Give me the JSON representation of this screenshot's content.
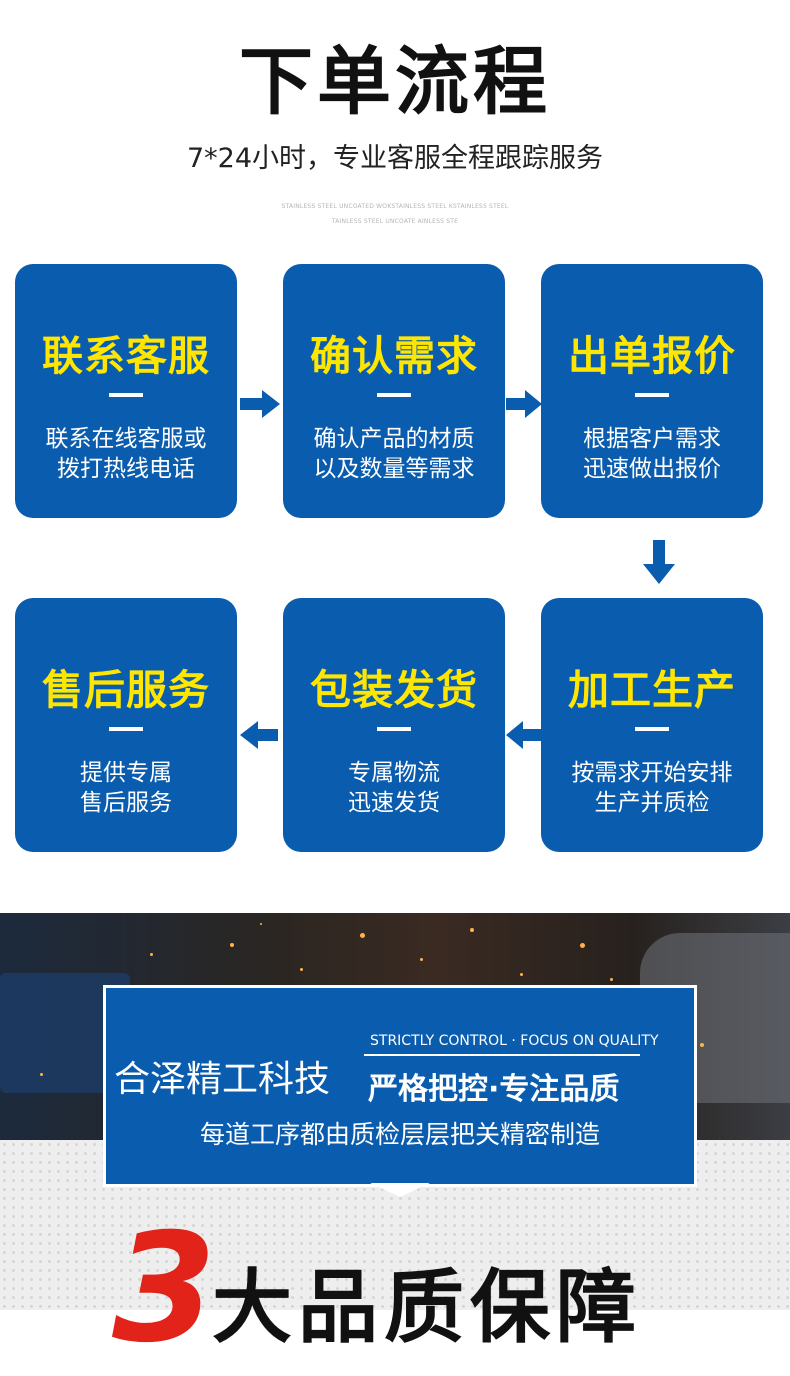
{
  "header": {
    "title": "下单流程",
    "subtitle": "7*24小时，专业客服全程跟踪服务",
    "small_text_1": "STAINLESS STEEL UNCOATED WOKSTAINLESS STEEL KSTAINLESS STEEL",
    "small_text_2": "TAINLESS STEEL UNCOATE AINLESS STE"
  },
  "steps": [
    {
      "title": "联系客服",
      "line1": "联系在线客服或",
      "line2": "拨打热线电话"
    },
    {
      "title": "确认需求",
      "line1": "确认产品的材质",
      "line2": "以及数量等需求"
    },
    {
      "title": "出单报价",
      "line1": "根据客户需求",
      "line2": "迅速做出报价"
    },
    {
      "title": "加工生产",
      "line1": "按需求开始安排",
      "line2": "生产并质检"
    },
    {
      "title": "包装发货",
      "line1": "专属物流",
      "line2": "迅速发货"
    },
    {
      "title": "售后服务",
      "line1": "提供专属",
      "line2": "售后服务"
    }
  ],
  "quality": {
    "english": "STRICTLY CONTROL · FOCUS ON QUALITY",
    "company": "合泽精工科技",
    "slogan": "严格把控·专注品质",
    "description": "每道工序都由质检层层把关精密制造"
  },
  "guarantee": {
    "number": "3",
    "text": "大品质保障"
  },
  "colors": {
    "step_blue": "#0a5cae",
    "step_title_yellow": "#ffe600",
    "accent_red": "#e2231a"
  }
}
